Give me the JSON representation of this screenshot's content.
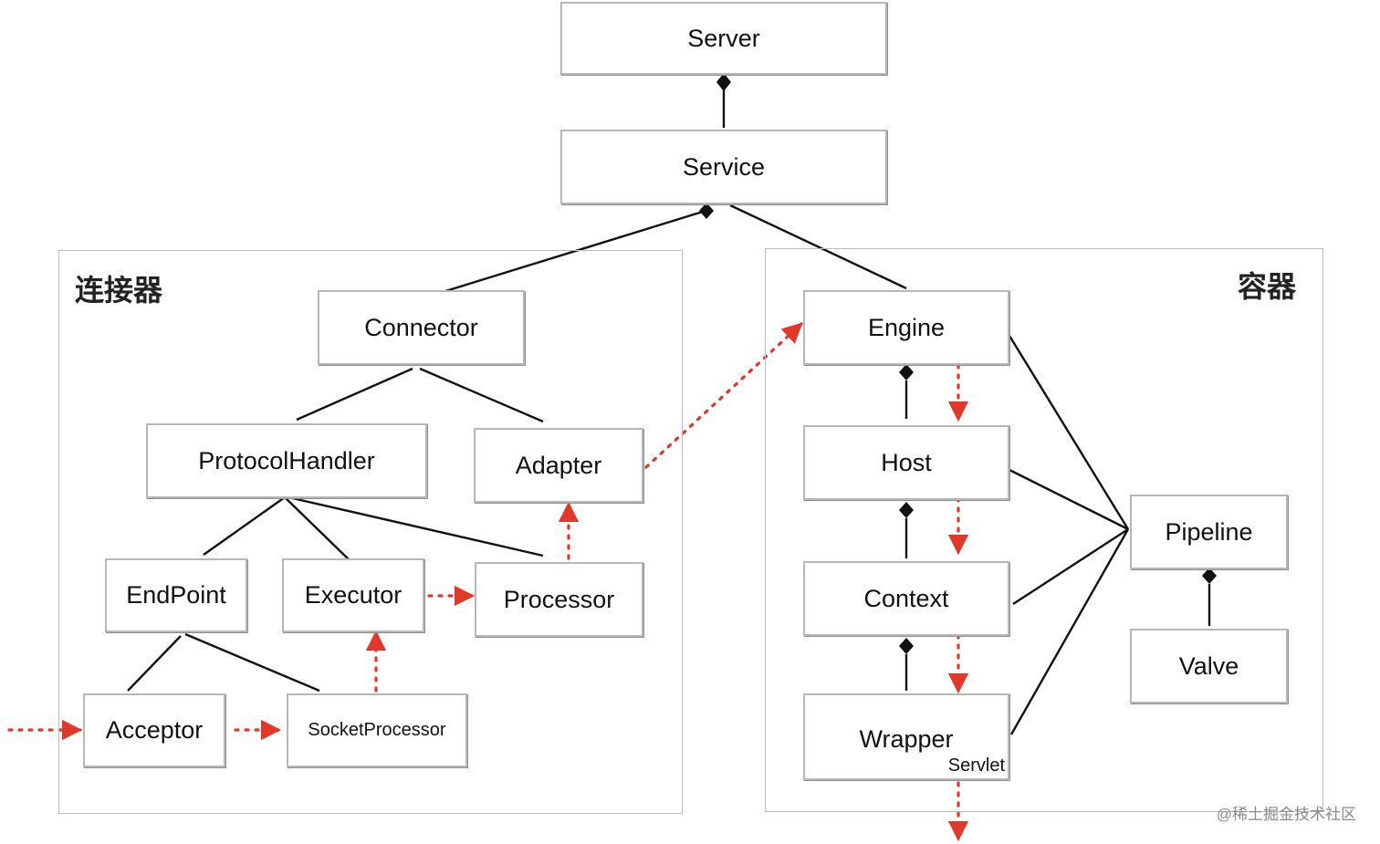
{
  "groups": {
    "connector": "连接器",
    "container": "容器"
  },
  "nodes": {
    "server": "Server",
    "service": "Service",
    "connector": "Connector",
    "protocol_handler": "ProtocolHandler",
    "adapter": "Adapter",
    "endpoint": "EndPoint",
    "executor": "Executor",
    "processor": "Processor",
    "acceptor": "Acceptor",
    "socket_processor": "SocketProcessor",
    "engine": "Engine",
    "host": "Host",
    "context": "Context",
    "wrapper": "Wrapper",
    "wrapper_sub": "Servlet",
    "pipeline": "Pipeline",
    "valve": "Valve"
  },
  "watermark": "@稀土掘金技术社区",
  "colors": {
    "line": "#111111",
    "flow": "#e0392b",
    "box_border": "#b8b8b8",
    "group_border": "#bdbdbd"
  }
}
